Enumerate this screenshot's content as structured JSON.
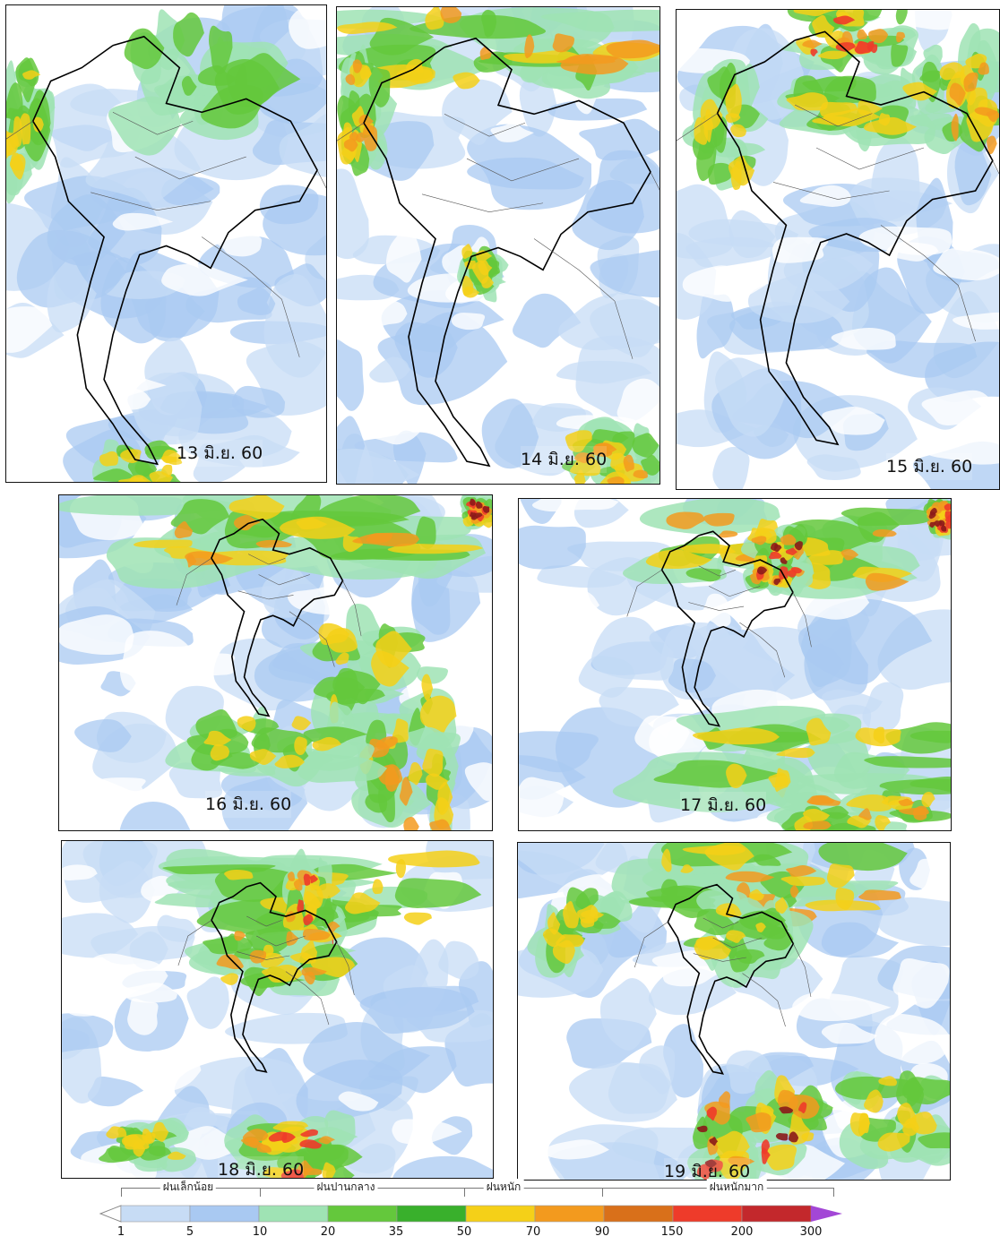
{
  "panels": [
    {
      "id": "p1",
      "date": "13 มิ.ย. 60"
    },
    {
      "id": "p2",
      "date": "14 มิ.ย. 60"
    },
    {
      "id": "p3",
      "date": "15 มิ.ย. 60"
    },
    {
      "id": "p4",
      "date": "16 มิ.ย. 60"
    },
    {
      "id": "p5",
      "date": "17 มิ.ย. 60"
    },
    {
      "id": "p6",
      "date": "18 มิ.ย. 60"
    },
    {
      "id": "p7",
      "date": "19 มิ.ย. 60"
    }
  ],
  "legend": {
    "categories": [
      {
        "label": "ฝนเล็กน้อย"
      },
      {
        "label": "ฝนปานกลาง"
      },
      {
        "label": "ฝนหนัก"
      },
      {
        "label": "ฝนหนักมาก"
      }
    ],
    "values": [
      "1",
      "5",
      "10",
      "20",
      "35",
      "50",
      "70",
      "90",
      "150",
      "200",
      "300"
    ],
    "colors": [
      "#c7dcf5",
      "#a9c9f2",
      "#9fe3b4",
      "#64c83c",
      "#39b02c",
      "#f5d018",
      "#f39a1e",
      "#d9701a",
      "#ee3b2a",
      "#c3282c",
      "#8b1a1a",
      "#a347d6"
    ]
  }
}
